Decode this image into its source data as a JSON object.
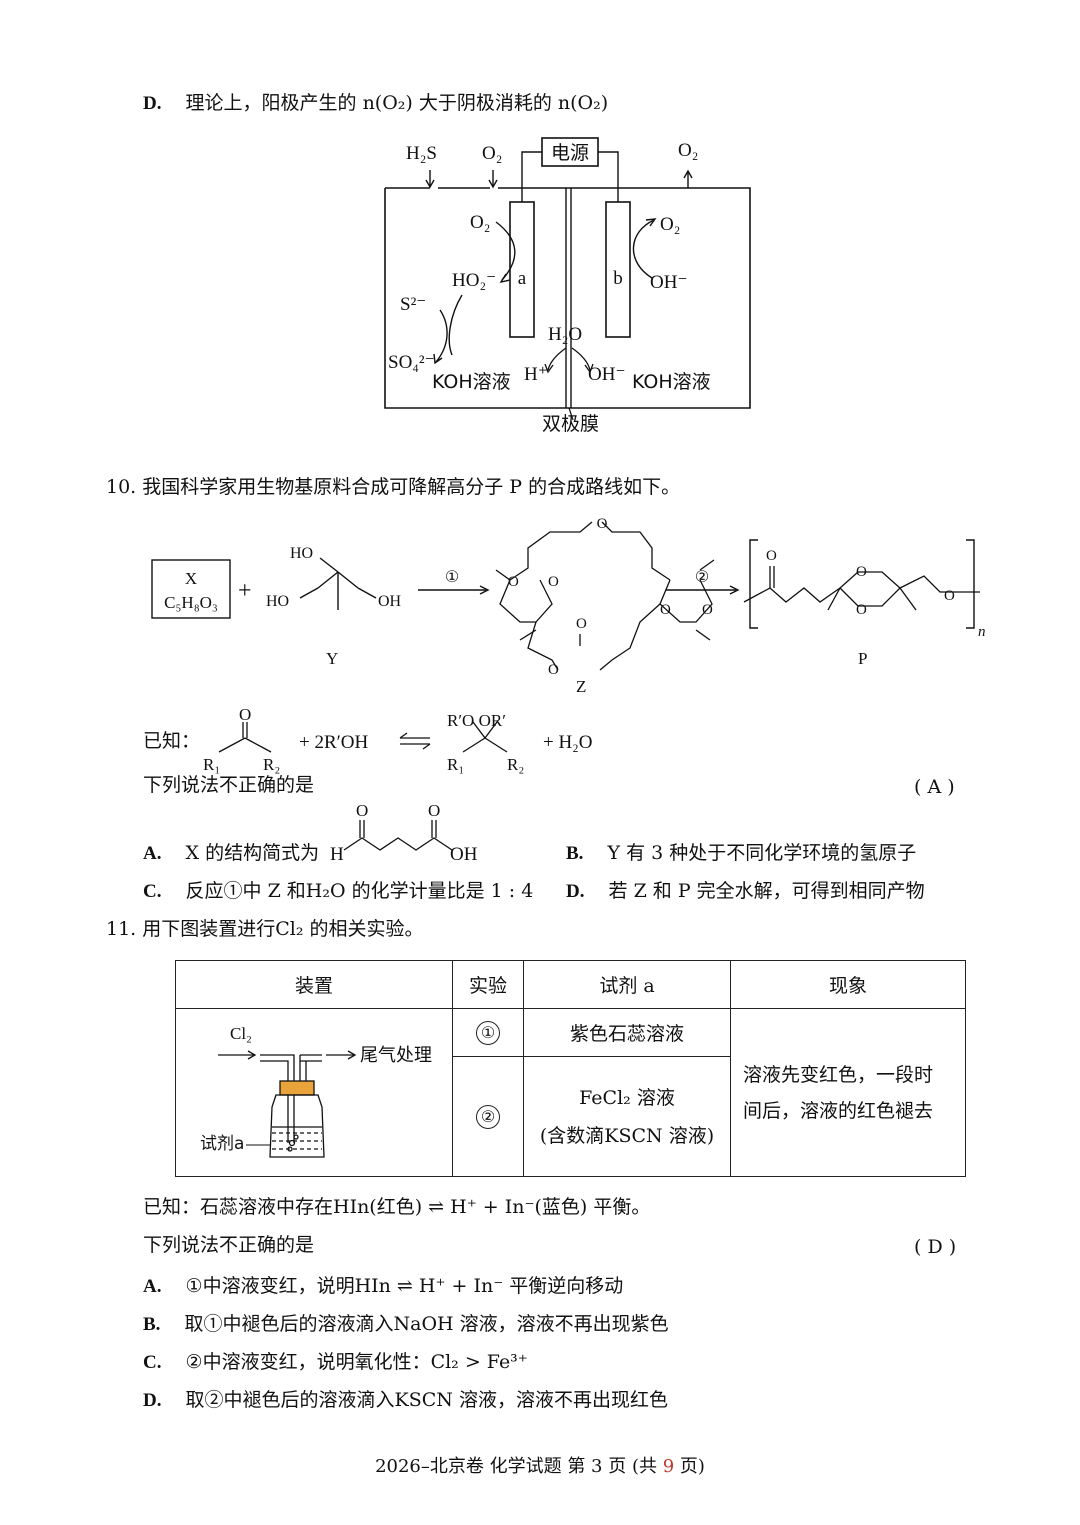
{
  "q9": {
    "optD_letter": "D.",
    "optD_text": "理论上，阳极产生的 n(O₂) 大于阴极消耗的 n(O₂)",
    "diagram": {
      "h2s": "H₂S",
      "o2_in": "O₂",
      "power": "电源",
      "o2_out": "O₂",
      "o2_left": "O₂",
      "ho2": "HO₂⁻",
      "electrode_a": "a",
      "electrode_b": "b",
      "o2_right": "O₂",
      "oh_right": "OH⁻",
      "s2": "S²⁻",
      "so4": "SO₄²⁻",
      "koh_left": "KOH溶液",
      "h_plus": "H⁺",
      "h2o": "H₂O",
      "oh_minus": "OH⁻",
      "koh_right": "KOH溶液",
      "membrane": "双极膜"
    }
  },
  "q10": {
    "stem": "10.  我国科学家用生物基原料合成可降解高分子 P 的合成路线如下。",
    "x_box_line1": "X",
    "x_box_line2": "C₅H₈O₃",
    "plus": "+",
    "y_label": "Y",
    "z_label": "Z",
    "p_label": "P",
    "step1": "①",
    "step2": "②",
    "n_sub": "n",
    "known_prefix": "已知：",
    "known_r1": "R₁",
    "known_r2": "R₂",
    "known_o": "O",
    "known_plus": "+  2R′OH",
    "known_product_top": "R′O  OR′",
    "known_product_r1": "R₁",
    "known_product_r2": "R₂",
    "known_water": "+ H₂O",
    "question": "下列说法不正确的是",
    "answer": "(    A    )",
    "optA_letter": "A.",
    "optA_text": "X 的结构简式为",
    "optA_h": "H",
    "optA_oh": "OH",
    "optB_letter": "B.",
    "optB_text": "Y 有 3 种处于不同化学环境的氢原子",
    "optC_letter": "C.",
    "optC_text": "反应①中 Z 和H₂O 的化学计量比是 1 : 4",
    "optD_letter": "D.",
    "optD_text": "若 Z 和 P 完全水解，可得到相同产物"
  },
  "q11": {
    "stem": "11.  用下图装置进行Cl₂ 的相关实验。",
    "table": {
      "headers": [
        "装置",
        "实验",
        "试剂 a",
        "现象"
      ],
      "exp1": "①",
      "exp2": "②",
      "reagent1": "紫色石蕊溶液",
      "reagent2_line1": "FeCl₂ 溶液",
      "reagent2_line2": "(含数滴KSCN 溶液)",
      "phenomenon_line1": "溶液先变红色，一段时",
      "phenomenon_line2": "间后，溶液的红色褪去",
      "apparatus_cl2": "Cl₂",
      "apparatus_tail": "尾气处理",
      "apparatus_reagent": "试剂a"
    },
    "known": "已知：石蕊溶液中存在HIn(红色) ⇌ H⁺ + In⁻(蓝色) 平衡。",
    "question": "下列说法不正确的是",
    "answer": "(    D    )",
    "optA_letter": "A.",
    "optA_text": "①中溶液变红，说明HIn ⇌ H⁺ + In⁻ 平衡逆向移动",
    "optB_letter": "B.",
    "optB_text": "取①中褪色后的溶液滴入NaOH 溶液，溶液不再出现紫色",
    "optC_letter": "C.",
    "optC_text": "②中溶液变红，说明氧化性：Cl₂ > Fe³⁺",
    "optD_letter": "D.",
    "optD_text": "取②中褪色后的溶液滴入KSCN 溶液，溶液不再出现红色"
  },
  "footer": {
    "prefix": "2026–北京卷  化学试题  第 3 页  (共 ",
    "total": "9",
    "suffix": " 页)"
  }
}
